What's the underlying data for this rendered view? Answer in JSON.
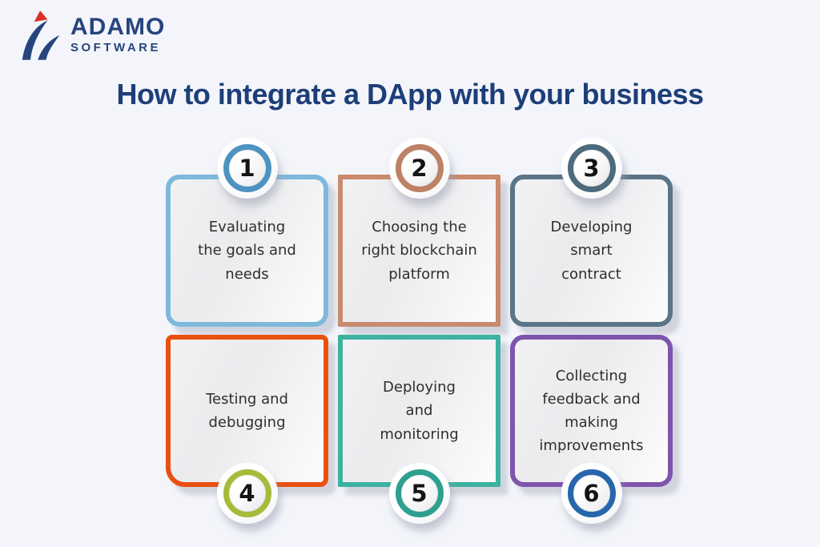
{
  "logo": {
    "name": "ADAMO",
    "subtitle": "SOFTWARE",
    "icon": "adamo-swoosh-logo",
    "color": "#27447e",
    "accent_color": "#d93026"
  },
  "title": {
    "text": "How to integrate a DApp with your business",
    "color": "#1d3e79"
  },
  "colors": {
    "background": "#f3f5fa",
    "label_text": "#2e2e2e",
    "number_text": "#141414"
  },
  "steps": [
    {
      "number": "1",
      "label": "Evaluating\nthe goals and\nneeds",
      "border_color": "#7db9dd",
      "ring_color": "#4e92c1",
      "badge_position": "top"
    },
    {
      "number": "2",
      "label": "Choosing the\nright blockchain\nplatform",
      "border_color": "#c98a6e",
      "ring_color": "#bd8165",
      "badge_position": "top"
    },
    {
      "number": "3",
      "label": "Developing\nsmart\ncontract",
      "border_color": "#5c7487",
      "ring_color": "#4e6a7c",
      "badge_position": "top"
    },
    {
      "number": "4",
      "label": "Testing and\ndebugging",
      "border_color": "#ea500f",
      "ring_color": "#a7ba39",
      "badge_position": "bottom"
    },
    {
      "number": "5",
      "label": "Deploying\nand\nmonitoring",
      "border_color": "#3cb2a0",
      "ring_color": "#2da090",
      "badge_position": "bottom"
    },
    {
      "number": "6",
      "label": "Collecting\nfeedback and\nmaking\nimprovements",
      "border_color": "#7e55ac",
      "ring_color": "#2766ac",
      "badge_position": "bottom"
    }
  ]
}
